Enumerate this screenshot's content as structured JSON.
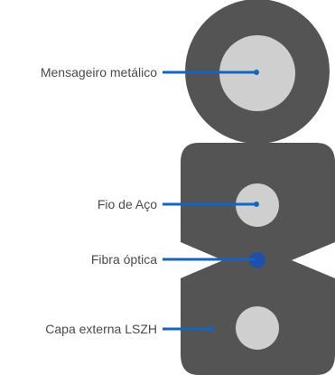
{
  "diagram": {
    "labels": {
      "messenger": "Mensageiro metálico",
      "steel_wire": "Fio de Aço",
      "optical_fiber": "Fibra óptica",
      "outer_jacket": "Capa externa LSZH"
    },
    "colors": {
      "cable_body": "#545454",
      "core": "#cfcfcf",
      "fiber": "#1f4fa8",
      "leader_line": "#1565c0",
      "label_text": "#4a4a4a"
    }
  }
}
